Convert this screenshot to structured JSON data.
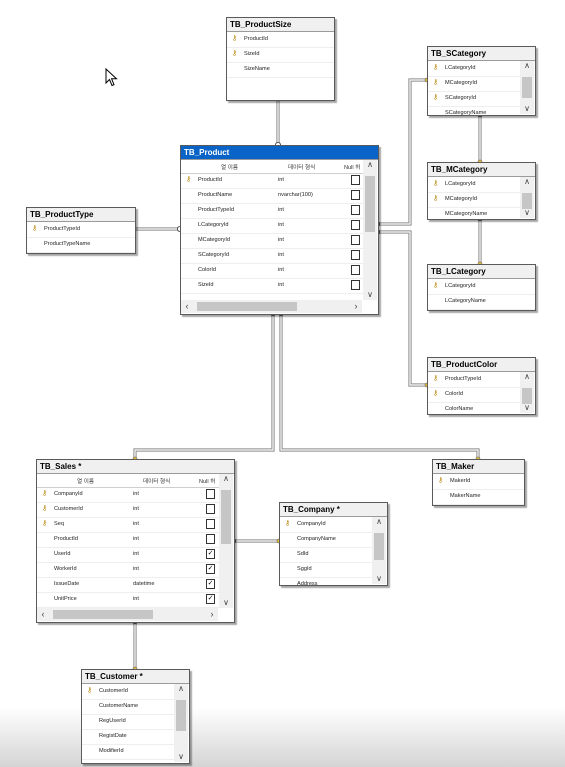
{
  "colors": {
    "accent": "#0a64c8",
    "line": "#8a8a8a"
  },
  "headers": {
    "col_name": "열 이름",
    "data_type": "데이터 형식",
    "null": "Null 허"
  },
  "icons": {
    "key": "key-icon",
    "cursor": "mouse-pointer-icon"
  },
  "tables": [
    {
      "id": "productsize",
      "title": "TB_ProductSize",
      "selected": false,
      "columns": [
        {
          "name": "ProductId",
          "pk": true
        },
        {
          "name": "SizeId",
          "pk": true
        },
        {
          "name": "SizeName",
          "pk": false
        }
      ]
    },
    {
      "id": "scategory",
      "title": "TB_SCategory",
      "selected": false,
      "columns": [
        {
          "name": "LCategoryId",
          "pk": true
        },
        {
          "name": "MCategoryId",
          "pk": true
        },
        {
          "name": "SCategoryId",
          "pk": true
        },
        {
          "name": "SCategoryName",
          "pk": false
        }
      ]
    },
    {
      "id": "mcategory",
      "title": "TB_MCategory",
      "selected": false,
      "columns": [
        {
          "name": "LCategoryId",
          "pk": true
        },
        {
          "name": "MCategoryId",
          "pk": true
        },
        {
          "name": "MCategoryName",
          "pk": false
        }
      ]
    },
    {
      "id": "lcategory",
      "title": "TB_LCategory",
      "selected": false,
      "columns": [
        {
          "name": "LCategoryId",
          "pk": true
        },
        {
          "name": "LCategoryName",
          "pk": false
        }
      ]
    },
    {
      "id": "productcolor",
      "title": "TB_ProductColor",
      "selected": false,
      "columns": [
        {
          "name": "ProductTypeId",
          "pk": true
        },
        {
          "name": "ColorId",
          "pk": true
        },
        {
          "name": "ColorName",
          "pk": false
        }
      ]
    },
    {
      "id": "producttype",
      "title": "TB_ProductType",
      "selected": false,
      "columns": [
        {
          "name": "ProductTypeId",
          "pk": true
        },
        {
          "name": "ProductTypeName",
          "pk": false
        }
      ]
    },
    {
      "id": "product",
      "title": "TB_Product",
      "selected": true,
      "show_types": true,
      "columns": [
        {
          "name": "ProductId",
          "type": "int",
          "pk": true,
          "nullable": false
        },
        {
          "name": "ProductName",
          "type": "nvarchar(100)",
          "pk": false,
          "nullable": false
        },
        {
          "name": "ProductTypeId",
          "type": "int",
          "pk": false,
          "nullable": false
        },
        {
          "name": "LCategoryId",
          "type": "int",
          "pk": false,
          "nullable": false
        },
        {
          "name": "MCategoryId",
          "type": "int",
          "pk": false,
          "nullable": false
        },
        {
          "name": "SCategoryId",
          "type": "int",
          "pk": false,
          "nullable": false
        },
        {
          "name": "ColorId",
          "type": "int",
          "pk": false,
          "nullable": false
        },
        {
          "name": "SizeId",
          "type": "int",
          "pk": false,
          "nullable": false
        }
      ]
    },
    {
      "id": "sales",
      "title": "TB_Sales *",
      "selected": false,
      "show_types": true,
      "columns": [
        {
          "name": "CompanyId",
          "type": "int",
          "pk": true,
          "nullable": false
        },
        {
          "name": "CustomerId",
          "type": "int",
          "pk": true,
          "nullable": false
        },
        {
          "name": "Seq",
          "type": "int",
          "pk": true,
          "nullable": false
        },
        {
          "name": "ProductId",
          "type": "int",
          "pk": false,
          "nullable": false
        },
        {
          "name": "UserId",
          "type": "int",
          "pk": false,
          "nullable": true
        },
        {
          "name": "WorkerId",
          "type": "int",
          "pk": false,
          "nullable": true
        },
        {
          "name": "IssueDate",
          "type": "datetime",
          "pk": false,
          "nullable": true
        },
        {
          "name": "UnitPrice",
          "type": "int",
          "pk": false,
          "nullable": true
        }
      ]
    },
    {
      "id": "company",
      "title": "TB_Company *",
      "selected": false,
      "columns": [
        {
          "name": "CompanyId",
          "pk": true
        },
        {
          "name": "CompanyName",
          "pk": false
        },
        {
          "name": "SdId",
          "pk": false
        },
        {
          "name": "SggId",
          "pk": false
        },
        {
          "name": "Address",
          "pk": false
        }
      ]
    },
    {
      "id": "maker",
      "title": "TB_Maker",
      "selected": false,
      "columns": [
        {
          "name": "MakerId",
          "pk": true
        },
        {
          "name": "MakerName",
          "pk": false
        }
      ]
    },
    {
      "id": "customer",
      "title": "TB_Customer *",
      "selected": false,
      "columns": [
        {
          "name": "CustomerId",
          "pk": true
        },
        {
          "name": "CustomerName",
          "pk": false
        },
        {
          "name": "RegUserId",
          "pk": false
        },
        {
          "name": "RegistDate",
          "pk": false
        },
        {
          "name": "ModifierId",
          "pk": false
        }
      ]
    }
  ]
}
